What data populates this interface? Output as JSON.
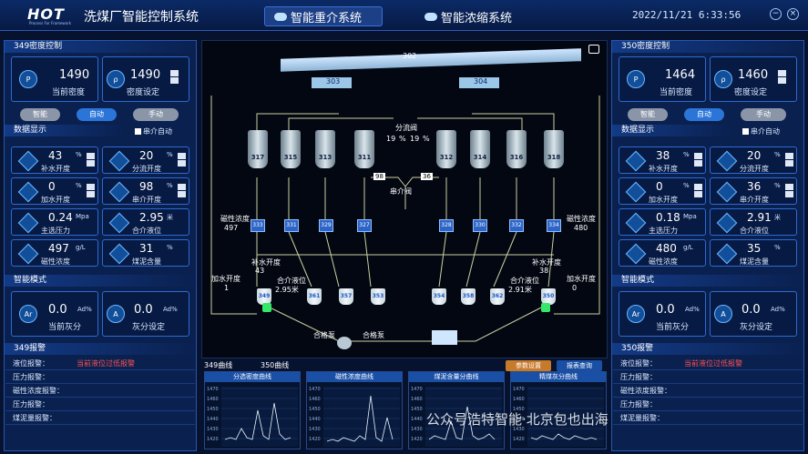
{
  "header": {
    "logo": "HOT",
    "logo_sub": "Process For Framework",
    "app_title": "洗煤厂智能控制系统",
    "tab_active": "智能重介系统",
    "tab_other": "智能浓缩系统",
    "datetime": "2022/11/21 6:33:56"
  },
  "left": {
    "density_title": "349密度控制",
    "current_density_value": "1490",
    "current_density_label": "当前密度",
    "density_set_value": "1490",
    "density_set_label": "密度设定",
    "mode_buttons": [
      "智能",
      "自动",
      "手动"
    ],
    "data_title": "数据显示",
    "series_auto": "串介自动",
    "cells": [
      {
        "value": "43",
        "unit": "%",
        "label": "补水开度"
      },
      {
        "value": "20",
        "unit": "%",
        "label": "分流开度"
      },
      {
        "value": "0",
        "unit": "%",
        "label": "加水开度"
      },
      {
        "value": "98",
        "unit": "%",
        "label": "串介开度"
      },
      {
        "value": "0.24",
        "unit": "Mpa",
        "label": "主选压力"
      },
      {
        "value": "2.95",
        "unit": "米",
        "label": "合介液位"
      },
      {
        "value": "497",
        "unit": "g/L",
        "label": "磁性浓度"
      },
      {
        "value": "31",
        "unit": "%",
        "label": "煤泥含量"
      }
    ],
    "smart_title": "智能模式",
    "ash_current_value": "0.0",
    "ash_current_unit": "Ad%",
    "ash_current_label": "当前灰分",
    "ash_set_value": "0.0",
    "ash_set_unit": "Ad%",
    "ash_set_label": "灰分设定",
    "alarm_title": "349报警",
    "alarms": [
      "液位报警：",
      "压力报警：",
      "磁性浓度报警：",
      "压力报警：",
      "煤泥量报警："
    ],
    "alarm_level_text": "当前液位过低报警"
  },
  "right": {
    "density_title": "350密度控制",
    "current_density_value": "1464",
    "current_density_label": "当前密度",
    "density_set_value": "1460",
    "density_set_label": "密度设定",
    "mode_buttons": [
      "智能",
      "自动",
      "手动"
    ],
    "data_title": "数据显示",
    "series_auto": "串介自动",
    "cells": [
      {
        "value": "38",
        "unit": "%",
        "label": "补水开度"
      },
      {
        "value": "20",
        "unit": "%",
        "label": "分流开度"
      },
      {
        "value": "0",
        "unit": "%",
        "label": "加水开度"
      },
      {
        "value": "36",
        "unit": "%",
        "label": "串介开度"
      },
      {
        "value": "0.18",
        "unit": "Mpa",
        "label": "主选压力"
      },
      {
        "value": "2.91",
        "unit": "米",
        "label": "合介液位"
      },
      {
        "value": "480",
        "unit": "g/L",
        "label": "磁性浓度"
      },
      {
        "value": "35",
        "unit": "%",
        "label": "煤泥含量"
      }
    ],
    "smart_title": "智能模式",
    "ash_current_value": "0.0",
    "ash_current_unit": "Ad%",
    "ash_current_label": "当前灰分",
    "ash_set_value": "0.0",
    "ash_set_unit": "Ad%",
    "ash_set_label": "灰分设定",
    "alarm_title": "350报警",
    "alarms": [
      "液位报警：",
      "压力报警：",
      "磁性浓度报警：",
      "压力报警：",
      "煤泥量报警："
    ],
    "alarm_level_text": "当前液位过低报警"
  },
  "diagram": {
    "conveyor": "302",
    "screen_left": "303",
    "screen_right": "304",
    "tanks_left": [
      "317",
      "315",
      "313",
      "311"
    ],
    "tanks_right": [
      "312",
      "314",
      "316",
      "318"
    ],
    "seps_left": [
      "333",
      "331",
      "329",
      "327"
    ],
    "seps_right": [
      "328",
      "330",
      "332",
      "334"
    ],
    "cyl_left": [
      "349",
      "361",
      "357",
      "353"
    ],
    "cyl_right": [
      "354",
      "358",
      "362",
      "350"
    ],
    "split_valve": "分流阀",
    "split_left": "19",
    "split_right": "19",
    "split_unit": "%",
    "series_valve": "串介阀",
    "series_left": "98",
    "series_right": "36",
    "mag_label": "磁性浓度",
    "mag_left": "497",
    "mag_right": "480",
    "fill_water": "补水开度",
    "fill_left": "43",
    "fill_right": "38",
    "level_label": "合介液位",
    "level_left": "2.95米",
    "level_right": "2.91米",
    "add_water": "加水开度",
    "add_left": "1",
    "add_right": "0",
    "pump_left": "合格泵",
    "pump_right": "合格泵"
  },
  "bottom": {
    "tab1": "349曲线",
    "tab2": "350曲线",
    "btn_params": "参数设置",
    "btn_report": "报表查询",
    "charts": [
      "分选密度曲线",
      "磁性浓度曲线",
      "煤泥含量分曲线",
      "精煤灰分曲线"
    ],
    "yticks": [
      "1470",
      "1460",
      "1450",
      "1440",
      "1430",
      "1420"
    ]
  },
  "watermark": "公众号浩特智能·北京包也出海",
  "colors": {
    "bg": "#06122e",
    "panel": "#0a2150",
    "accent": "#2b75d8",
    "alarm": "#ff5050",
    "pipe": "#c8d2a0"
  }
}
